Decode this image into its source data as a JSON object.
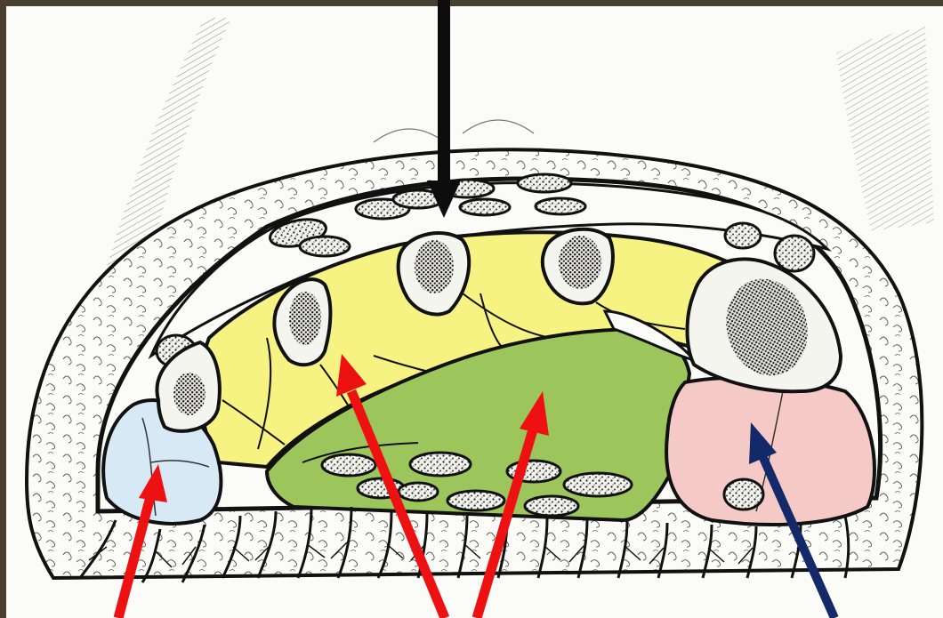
{
  "figure": {
    "subject": "cross-section-of-foot-compartments",
    "colors": {
      "frame": "#4a4030",
      "paper": "#fbfbf7",
      "outline": "#111111",
      "medial_compartment": "#d6e9f5",
      "interosseous_compartment": "#f7f382",
      "central_compartment": "#9cc55c",
      "lateral_compartment": "#f4c9c6",
      "bone_fill": "#f5f5f0",
      "marrow": "#2b2b2b",
      "arrow_black": "#0d0d0d",
      "arrow_red": "#ee1111",
      "arrow_navy": "#13296a"
    },
    "arrows": [
      {
        "id": "dorsal-compartment",
        "color": "black",
        "direction": "down"
      },
      {
        "id": "medial-compartment",
        "color": "red",
        "direction": "up"
      },
      {
        "id": "interosseous-compartment",
        "color": "red",
        "direction": "up"
      },
      {
        "id": "central-compartment",
        "color": "red",
        "direction": "up"
      },
      {
        "id": "lateral-compartment",
        "color": "navy",
        "direction": "up"
      }
    ]
  }
}
